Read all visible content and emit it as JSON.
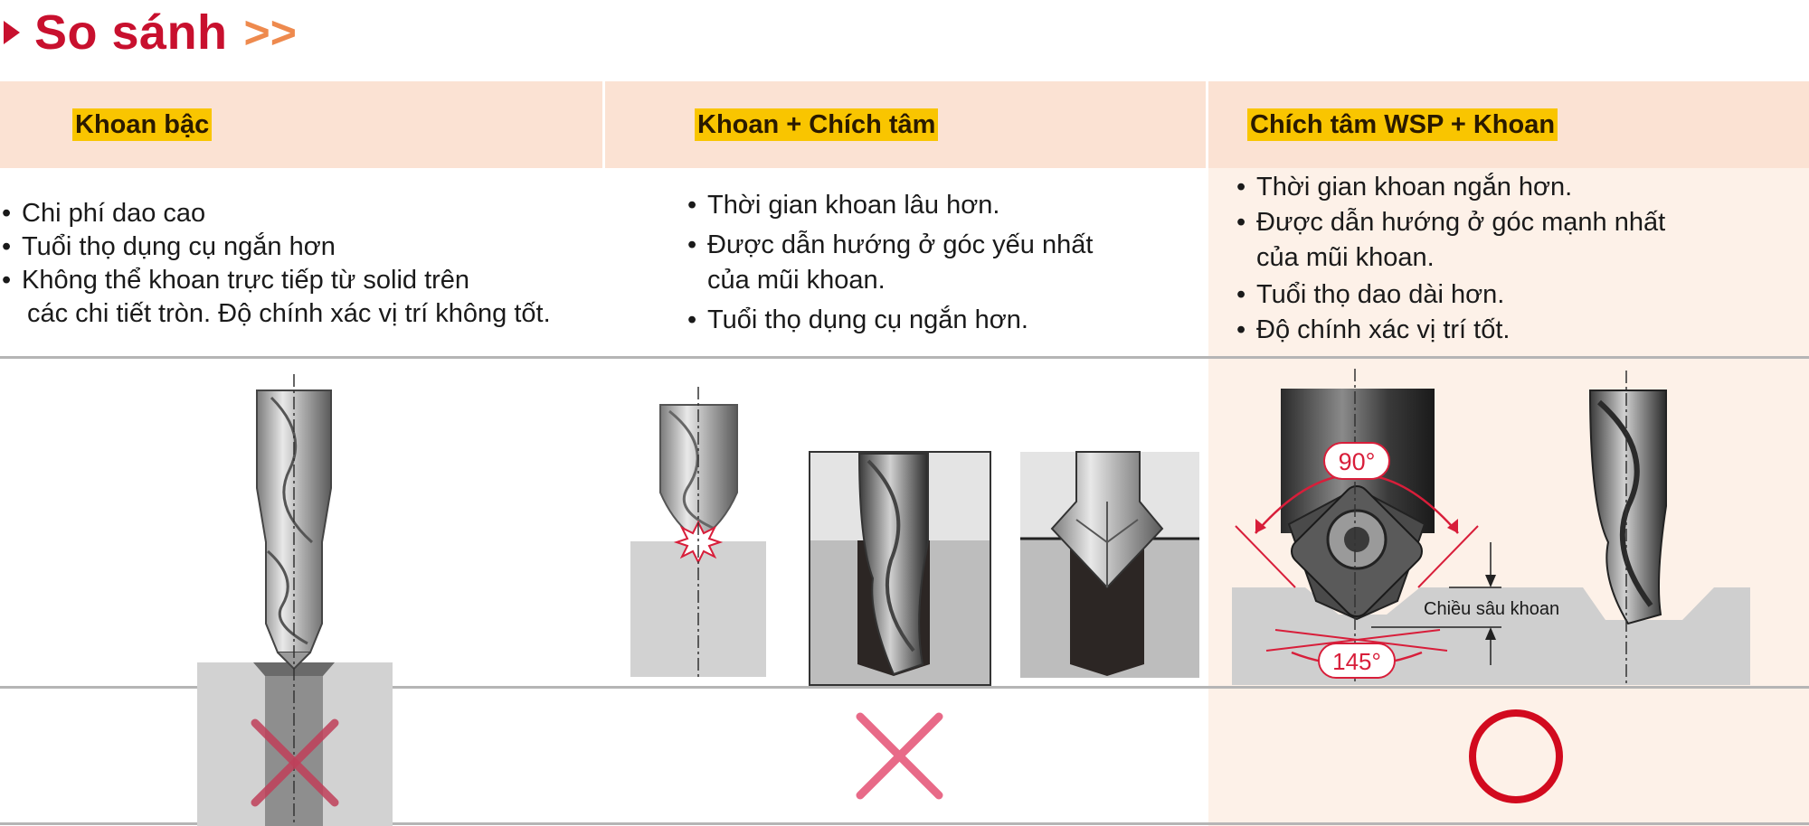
{
  "title": {
    "text": "So sánh",
    "arrows": ">>"
  },
  "columns": [
    {
      "header": "Khoan bậc",
      "points": [
        "Chi phí dao cao",
        "Tuổi thọ dụng cụ ngắn hơn",
        "Không thể khoan trực tiếp từ solid trên",
        " các chi tiết tròn. Độ chính xác vị trí không tốt."
      ],
      "verdict": "cross"
    },
    {
      "header": "Khoan + Chích tâm",
      "points": [
        "Thời gian khoan lâu hơn.",
        "Được dẫn hướng ở góc yếu nhất\ncủa mũi khoan.",
        "Tuổi thọ dụng cụ ngắn hơn."
      ],
      "verdict": "cross"
    },
    {
      "header": "Chích tâm WSP + Khoan",
      "points": [
        "Thời gian khoan ngắn hơn.",
        "Được dẫn hướng ở góc mạnh nhất\ncủa mũi khoan.",
        "Tuổi thọ dao dài hơn.",
        "Độ chính xác vị trí tốt."
      ],
      "verdict": "circle"
    }
  ],
  "annotations": {
    "angle_top": "90°",
    "angle_bottom": "145°",
    "depth_label": "Chiều sâu khoan"
  },
  "colors": {
    "title_red": "#c8102e",
    "arrows_orange": "#ee8a4e",
    "header_bg": "#fbe2d3",
    "highlight_yellow": "#f9c500",
    "cross_pink": "#e86a88",
    "circle_red": "#d20a1e",
    "annotation_red": "#d81e3a"
  }
}
